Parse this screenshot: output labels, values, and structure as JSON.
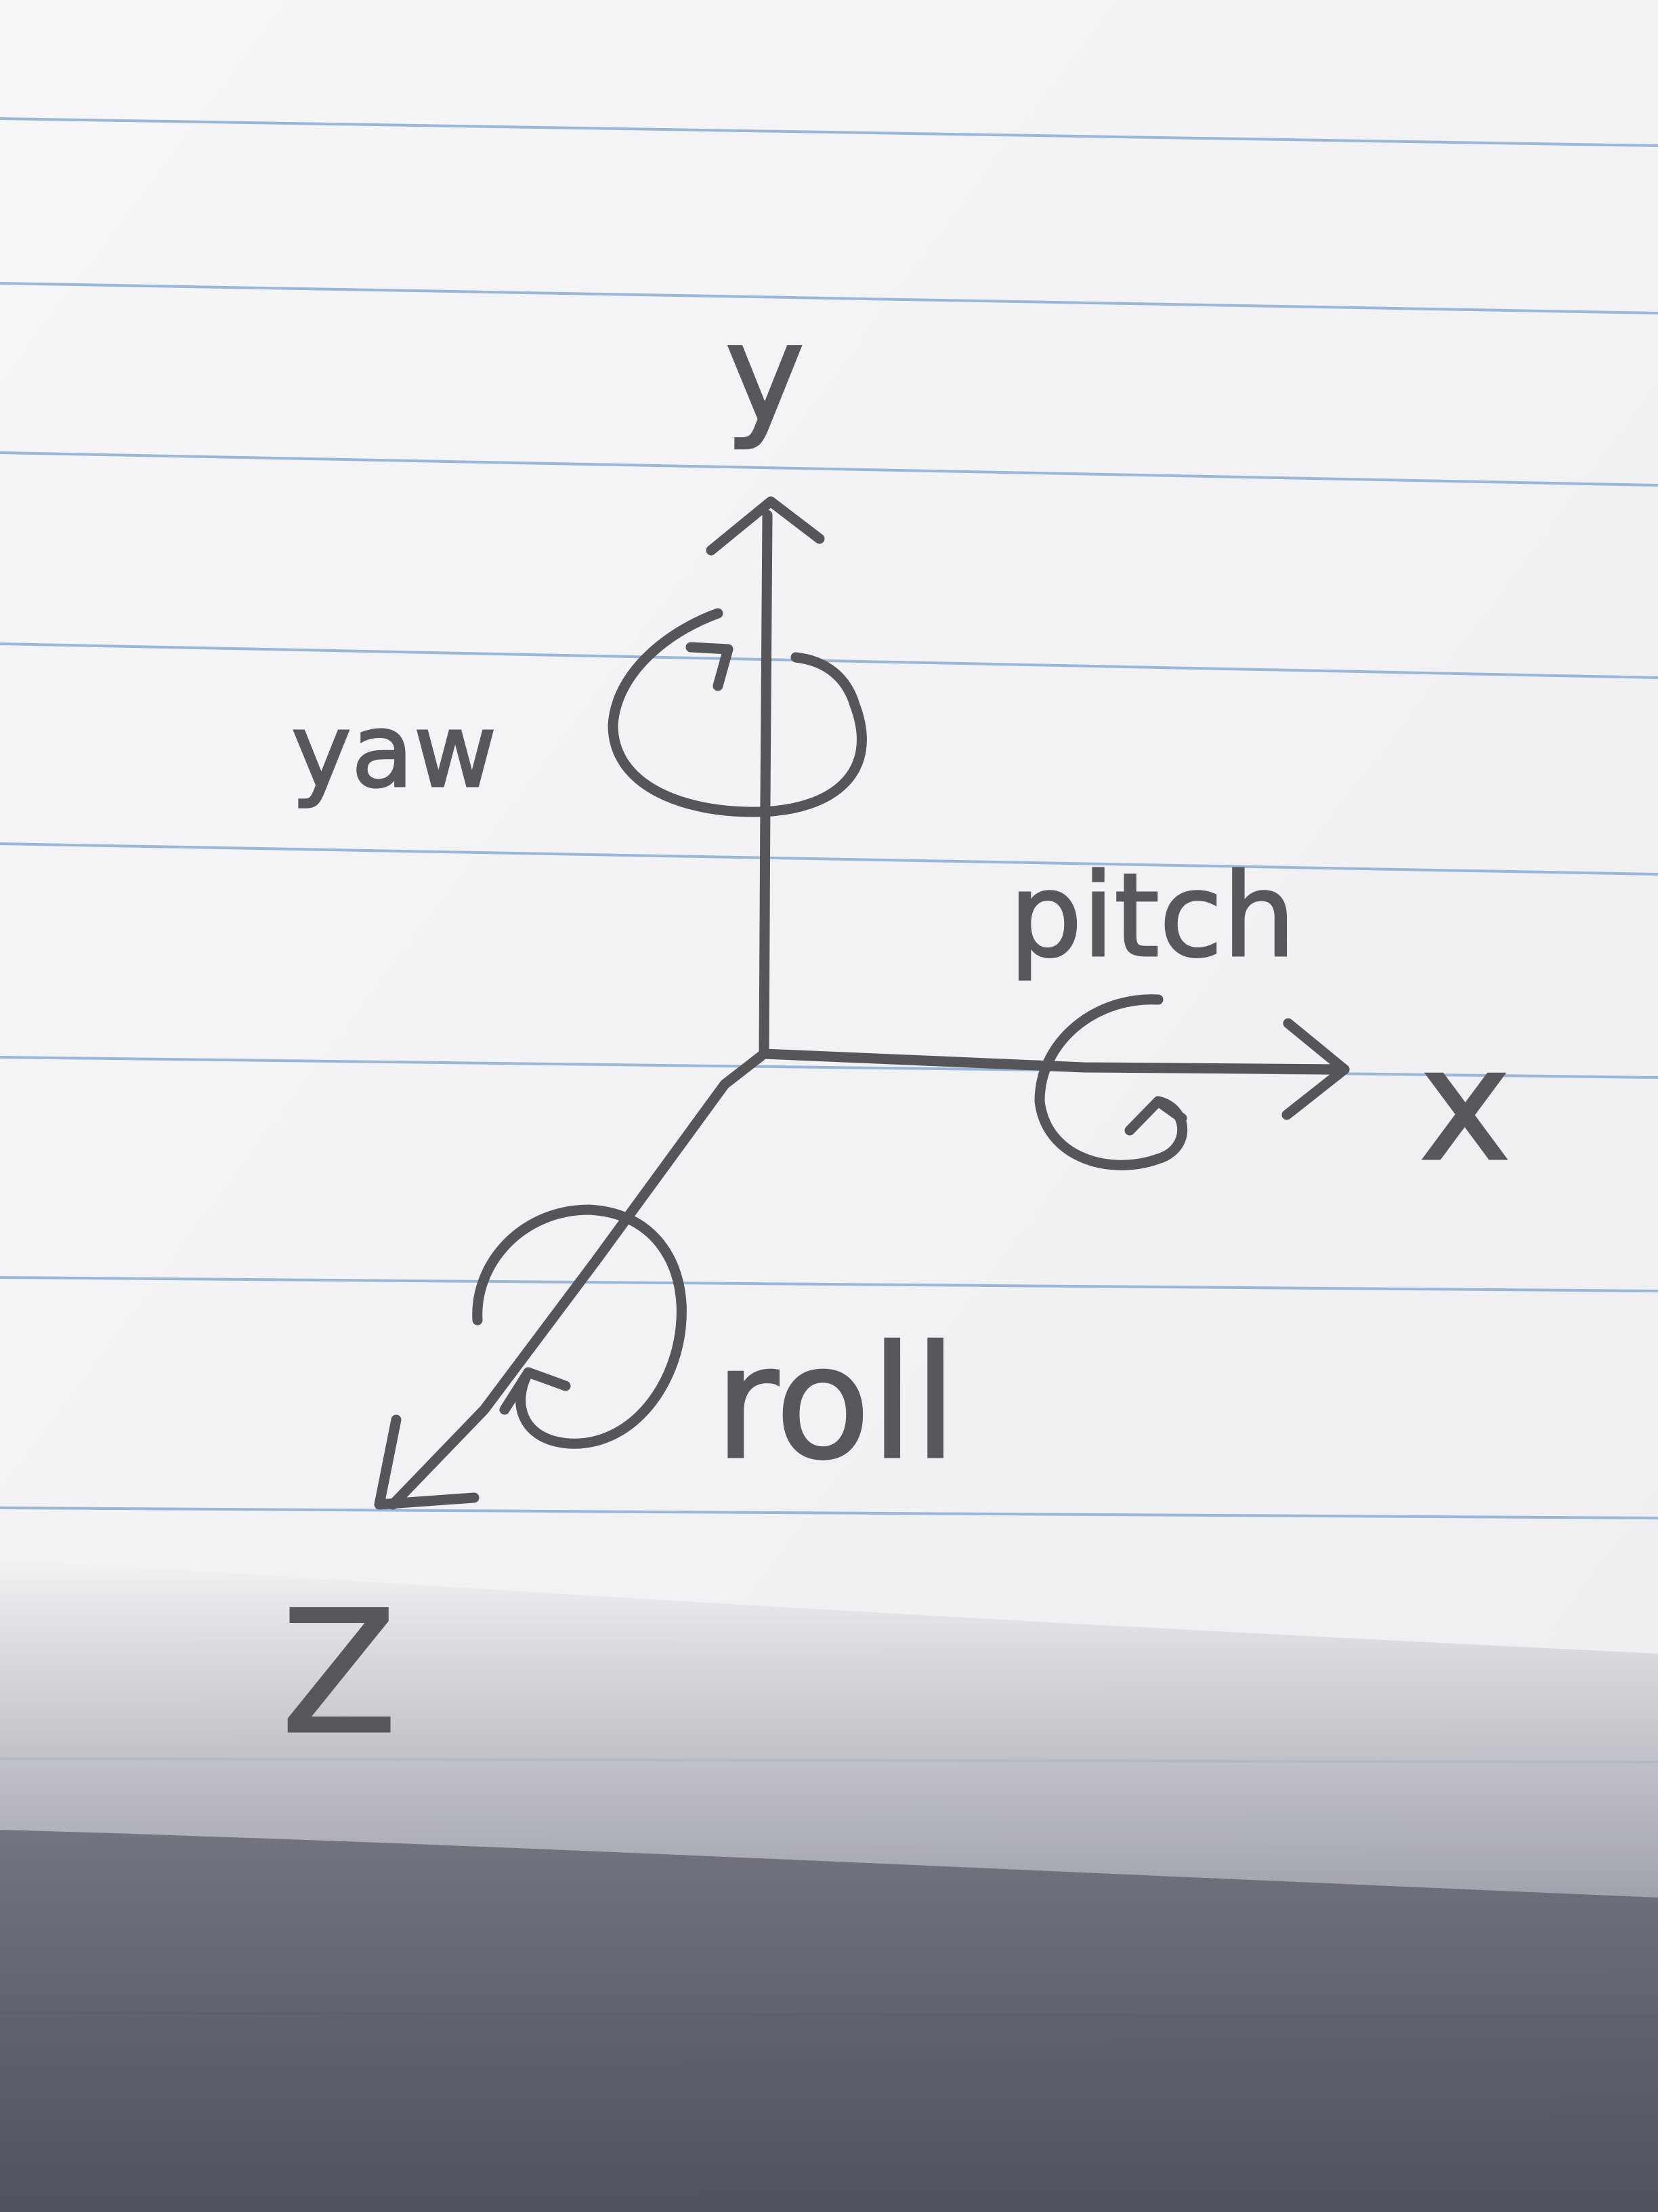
{
  "paper": {
    "colors": {
      "paper": "#f3f3f5",
      "rule_line": "#9bb6d8",
      "ink": "#55555a",
      "shadow": "#3f4250"
    }
  },
  "diagram": {
    "axes": {
      "y": "y",
      "x": "x",
      "z": "Z"
    },
    "rotations": {
      "yaw": "yaw",
      "pitch": "pitch",
      "roll": "roll"
    }
  }
}
